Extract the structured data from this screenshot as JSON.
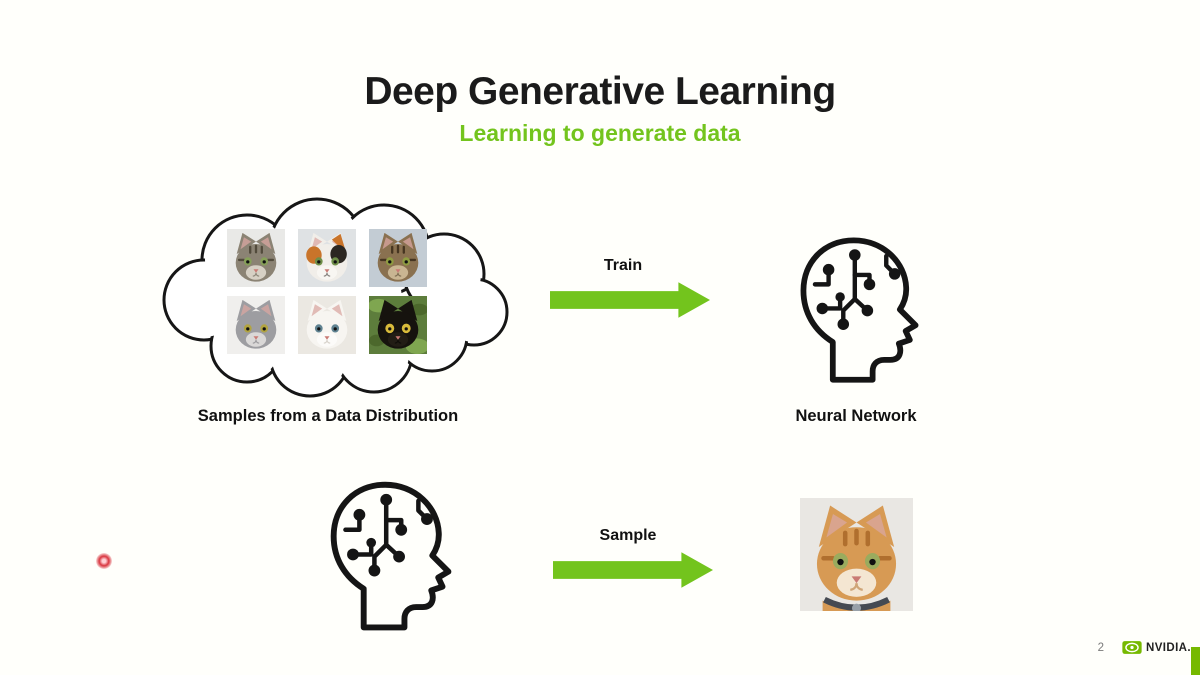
{
  "slide": {
    "title": "Deep Generative Learning",
    "subtitle": "Learning to generate data",
    "page_number": "2",
    "brand_wordmark": "NVIDIA.",
    "colors": {
      "background": "#fffffb",
      "title_text": "#1b1b1b",
      "accent_green": "#73c41d",
      "brand_green": "#76b900",
      "laser_red": "#d9363f",
      "page_number_gray": "#7a7a7a"
    }
  },
  "top_flow": {
    "arrow_label": "Train",
    "source_caption": "Samples from a Data Distribution",
    "target_caption": "Neural Network"
  },
  "bottom_flow": {
    "arrow_label": "Sample"
  },
  "cats": {
    "cloud_grid": [
      {
        "name": "gray-tabby-cat",
        "bg": "#e9e9e7",
        "fur": "#8b8374",
        "muzzle": "#d6d0c4",
        "eye": "#86a058",
        "dark": "#524b3c",
        "stripes": true
      },
      {
        "name": "calico-cat",
        "bg": "#dfe2e4",
        "fur": "#f1eee9",
        "muzzle": "#f8f6f2",
        "eye": "#6f8f49",
        "dark": "#2b2722",
        "accent": "#c9742a",
        "patches": true
      },
      {
        "name": "brown-tabby-cat",
        "bg": "#c3ccd4",
        "fur": "#8a7150",
        "muzzle": "#c9b592",
        "eye": "#8f9c42",
        "dark": "#463521",
        "stripes": true
      },
      {
        "name": "gray-cat",
        "bg": "#f0efed",
        "fur": "#9d9da1",
        "muzzle": "#dad8d7",
        "eye": "#b2a440",
        "dark": "#6b6b71"
      },
      {
        "name": "white-cat",
        "bg": "#ebe8e2",
        "fur": "#f7f5f1",
        "muzzle": "#fcfbf9",
        "eye": "#5f8291",
        "dark": "#b9b2a6"
      },
      {
        "name": "black-cat",
        "bg": "#5d7d3c",
        "fur": "#16130e",
        "muzzle": "#221d15",
        "eye": "#d8bb3b",
        "dark": "#000000",
        "inner": false,
        "bigEyes": true,
        "leaves": [
          "#7fa650",
          "#4c682c"
        ]
      }
    ],
    "generated": {
      "name": "orange-tabby-cat",
      "bg": "#e9e7e3",
      "fur": "#d79a54",
      "muzzle": "#f4e6d2",
      "eye": "#9aab5e",
      "dark": "#b06f2e",
      "stripes": true,
      "collar": true
    }
  }
}
